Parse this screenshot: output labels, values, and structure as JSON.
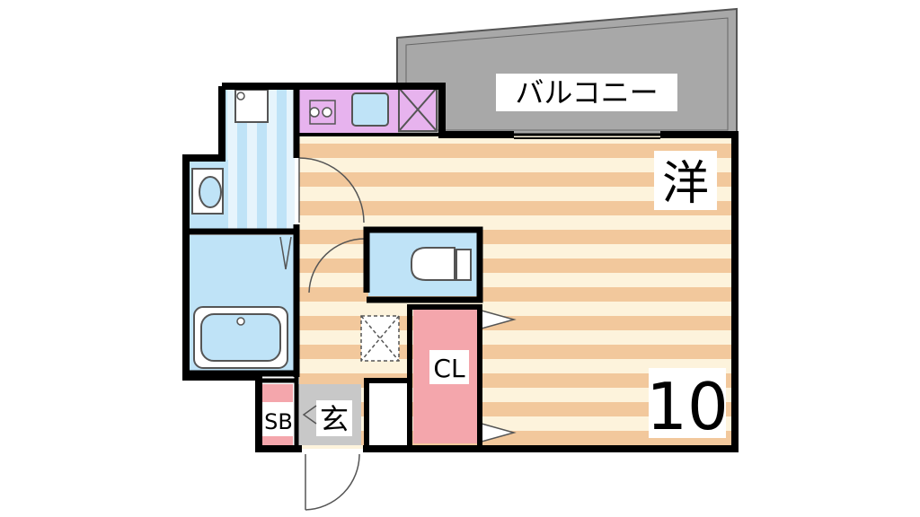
{
  "labels": {
    "balcony": "バルコニー",
    "western_room": "洋",
    "room_size": "10",
    "closet": "CL",
    "shoe_box": "SB",
    "entrance": "玄"
  },
  "colors": {
    "wall": "#000000",
    "balcony_fill": "#a8a8a8",
    "floor_stripe_a": "#f2c89c",
    "floor_stripe_b": "#fdf3dc",
    "bath_fill": "#bfe3f7",
    "kitchen_fill": "#e7b3ee",
    "closet_fill": "#f4a6ac",
    "entry_fill": "#c8c8c8"
  }
}
